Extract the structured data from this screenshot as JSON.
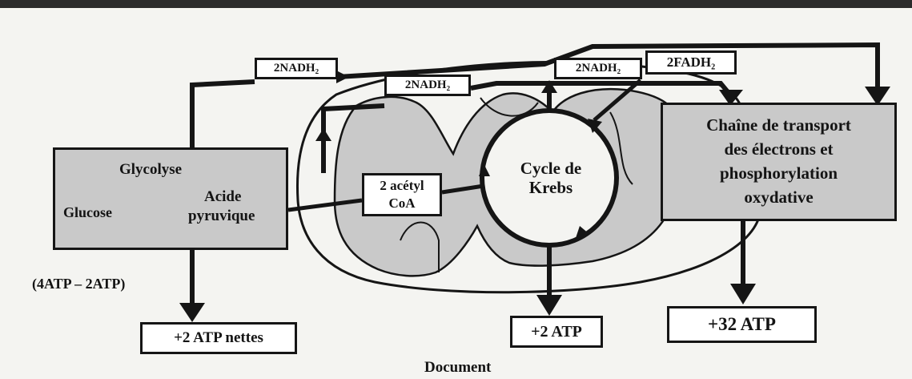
{
  "glycolysis": {
    "title": "Glycolyse",
    "reactant": "Glucose",
    "product_line1": "Acide",
    "product_line2": "pyruvique",
    "atp_balance": "(4ATP – 2ATP)",
    "output": "+2 ATP nettes"
  },
  "acetyl": {
    "line1": "2 acétyl",
    "line2": "CoA"
  },
  "krebs": {
    "line1": "Cycle de",
    "line2": "Krebs",
    "output": "+2 ATP"
  },
  "electron_chain": {
    "line1": "Chaîne de transport",
    "line2": "des électrons et",
    "line3": "phosphorylation",
    "line4": "oxydative",
    "output": "+32 ATP"
  },
  "carriers": {
    "nadh_glycolysis": "2NADH₂",
    "nadh_acetyl": "2NADH₂",
    "nadh_krebs": "2NADH₂",
    "fadh_krebs": "2FADH₂"
  },
  "caption": "Document"
}
